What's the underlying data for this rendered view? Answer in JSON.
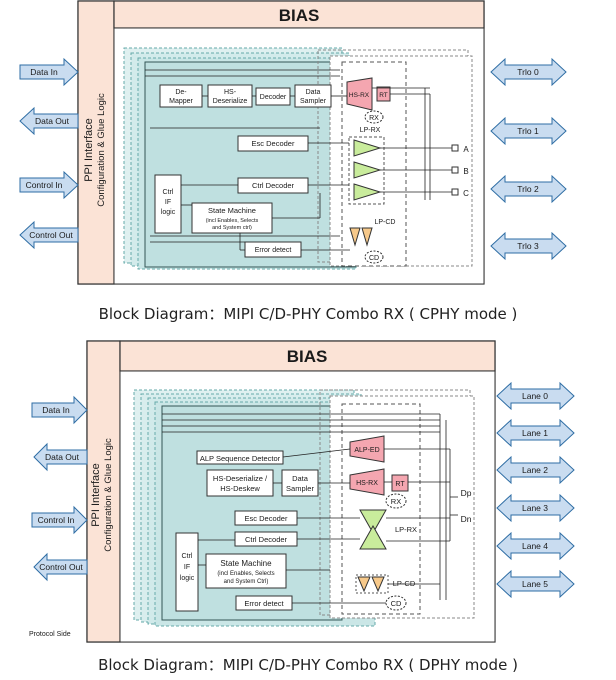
{
  "top": {
    "bias": "BIAS",
    "ppi_title": "PPI Interface",
    "ppi_subtitle": "Configuration & Glue Logic",
    "left_signals": [
      "Data In",
      "Data Out",
      "Control In",
      "Control Out"
    ],
    "right_ports": [
      "Trlo 0",
      "Trlo 1",
      "Trlo 2",
      "Trlo 3"
    ],
    "blocks": {
      "demapper": [
        "De-",
        "Mapper"
      ],
      "hs_deserialize": [
        "HS-",
        "Deserialize"
      ],
      "decoder": "Decoder",
      "data_sampler": [
        "Data",
        "Sampler"
      ],
      "esc_decoder": "Esc Decoder",
      "ctrl_decoder": "Ctrl Decoder",
      "ctrl_if": [
        "Ctrl",
        "IF",
        "logic"
      ],
      "state_machine": "State Machine",
      "state_machine_sub": [
        "(incl Enables, Selects",
        "and System ctrl)"
      ],
      "error_detect": "Error detect",
      "hs_rx": "HS-RX",
      "rt": "RT",
      "rx": "RX",
      "lp_rx": "LP-RX",
      "lp_cd": "LP-CD",
      "cd": "CD"
    },
    "pins": [
      "A",
      "B",
      "C"
    ],
    "caption": "Block Diagram：MIPI C/D-PHY Combo RX ( CPHY mode )"
  },
  "bottom": {
    "bias": "BIAS",
    "ppi_title": "PPI Interface",
    "ppi_subtitle": "Configuration & Glue Logic",
    "left_signals": [
      "Data In",
      "Data Out",
      "Control In",
      "Control Out"
    ],
    "right_ports": [
      "Lane 0",
      "Lane 1",
      "Lane 2",
      "Lane 3",
      "Lane 4",
      "Lane 5"
    ],
    "blocks": {
      "alp_seq": "ALP Sequence Detector",
      "hs_deserialize": [
        "HS-Deserialize /",
        "HS-Deskew"
      ],
      "data_sampler": [
        "Data",
        "Sampler"
      ],
      "esc_decoder": "Esc Decoder",
      "ctrl_decoder": "Ctrl Decoder",
      "ctrl_if": [
        "Ctrl",
        "IF",
        "logic"
      ],
      "state_machine": "State Machine",
      "state_machine_sub": [
        "(incl Enables, Selects",
        "and System Ctrl)"
      ],
      "error_detect": "Error detect",
      "alp_ed": "ALP-ED",
      "hs_rx": "HS-RX",
      "rt": "RT",
      "rx": "RX",
      "lp_rx": "LP-RX",
      "lp_cd": "LP-CD",
      "cd": "CD"
    },
    "pins": [
      "Dp",
      "Dn"
    ],
    "protocol_side": "Protocol Side",
    "caption": "Block Diagram：MIPI C/D-PHY Combo RX ( DPHY mode )"
  },
  "colors": {
    "bias_fill": "#fbe3d6",
    "teal_fill": "#bfe0e0",
    "pink_fill": "#f4a6b0",
    "green_fill": "#c9ec9c",
    "orange_fill": "#f7c98a",
    "arrow_fill": "#c9dcf0",
    "arrow_stroke": "#2e6da4"
  }
}
